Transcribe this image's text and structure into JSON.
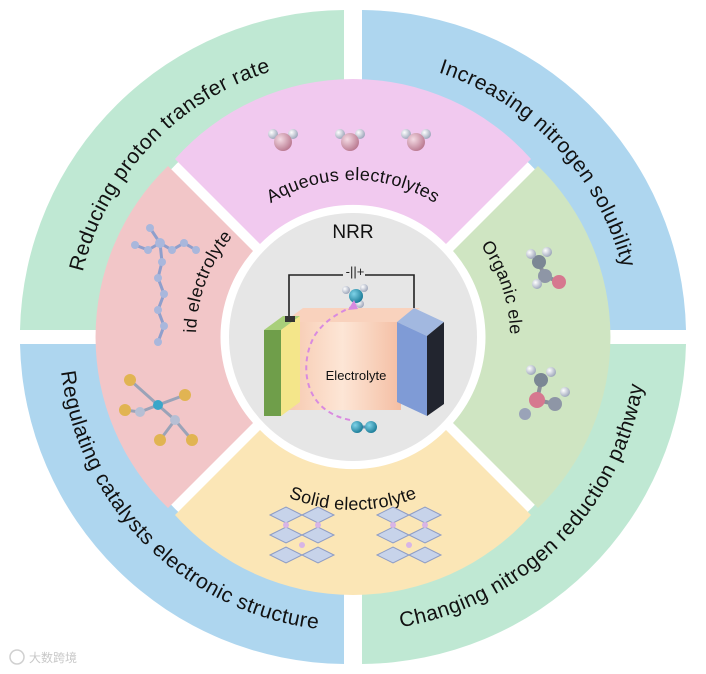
{
  "outer_ring": [
    {
      "key": "proton",
      "text": "Reducing proton  transfer rate",
      "color": "#bfe8d3"
    },
    {
      "key": "solubility",
      "text": "Increasing  nitrogen solubility",
      "color": "#aed6ef"
    },
    {
      "key": "catalyst",
      "text": "Regulating catalysts electronic structure",
      "color": "#aed6ef"
    },
    {
      "key": "pathway",
      "text": "Changing nitrogen reduction pathway",
      "color": "#bfe8d3"
    }
  ],
  "inner_ring": [
    {
      "key": "aqueous",
      "text": "Aqueous  electrolytes",
      "color": "#f1c9ef"
    },
    {
      "key": "organic",
      "text": "Organic  electrolyte",
      "color": "#cfe5c2"
    },
    {
      "key": "solid",
      "text": "Solid electrolyte",
      "color": "#fbe6b6"
    },
    {
      "key": "ionic",
      "text": "Ionic liquid electrolyte",
      "color": "#f2c6c8"
    }
  ],
  "center": {
    "title": "NRR",
    "cell_label": "Electrolyte",
    "battery_symbol": "-||+",
    "color": "#e6e6e6"
  },
  "watermark": "大数跨境"
}
